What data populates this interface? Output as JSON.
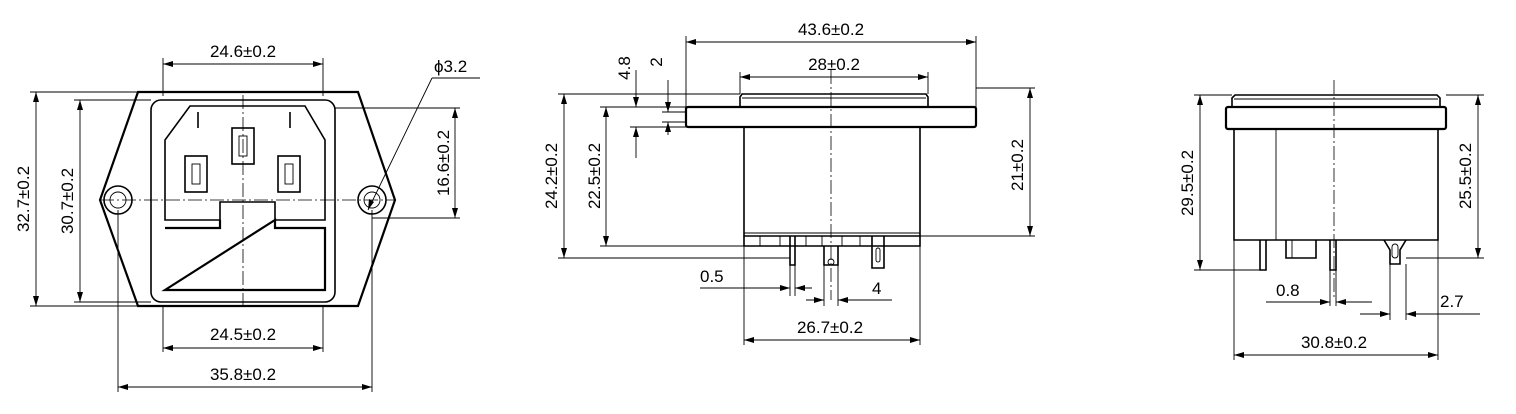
{
  "front_view": {
    "width_top": "24.6±0.2",
    "width_bottom": "24.5±0.2",
    "flange_width": "35.8±0.2",
    "overall_height": "32.7±0.2",
    "body_height": "30.7±0.2",
    "hole_spacing": "16.6±0.2",
    "hole_diameter": "ϕ3.2"
  },
  "side_view": {
    "flange_width": "43.6±0.2",
    "top_width": "28±0.2",
    "body_width": "26.7±0.2",
    "overall_height": "24.2±0.2",
    "body_height": "22.5±0.2",
    "right_height": "21±0.2",
    "flange_offset": "4.8",
    "flange_thickness": "2",
    "pin_thickness": "0.5",
    "pin_pitch": "4"
  },
  "end_view": {
    "height_left": "29.5±0.2",
    "height_right": "25.5±0.2",
    "pin_width": "0.8",
    "tab_width": "2.7",
    "body_width": "30.8±0.2"
  }
}
